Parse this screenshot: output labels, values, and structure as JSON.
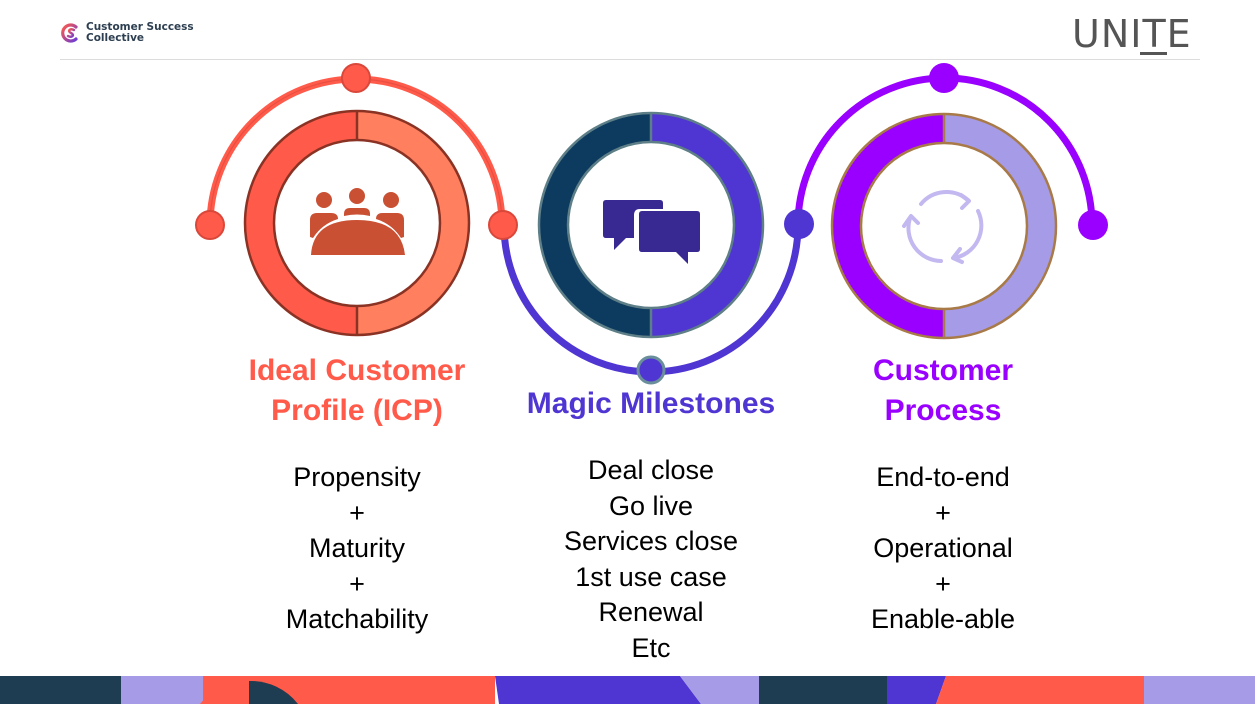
{
  "header": {
    "brand_name": "Customer Success Collective",
    "brand_line1": "Customer Success",
    "brand_line2": "Collective",
    "logo_right": "UNITE"
  },
  "pillars": [
    {
      "title_line1": "Ideal Customer",
      "title_line2": "Profile (ICP)",
      "icon": "meeting-group-icon",
      "color": "#ff5a4a",
      "items": [
        "Propensity",
        "+",
        "Maturity",
        "+",
        "Matchability"
      ]
    },
    {
      "title_line1": "Magic Milestones",
      "icon": "chat-bubbles-icon",
      "color": "#4f35d2",
      "items": [
        "Deal close",
        "Go live",
        "Services close",
        "1st use case",
        "Renewal",
        "Etc"
      ]
    },
    {
      "title_line1": "Customer",
      "title_line2": "Process",
      "icon": "refresh-cycle-icon",
      "color": "#9900ff",
      "items": [
        "End-to-end",
        "+",
        "Operational",
        "+",
        "Enable-able"
      ]
    }
  ],
  "colors": {
    "coral": "#ff5a4a",
    "coral_light": "#ff7f5f",
    "navy": "#0d3a5f",
    "indigo": "#4f35d2",
    "purple": "#9900ff",
    "lavender": "#a69be6",
    "dark_teal": "#1f3d52"
  }
}
